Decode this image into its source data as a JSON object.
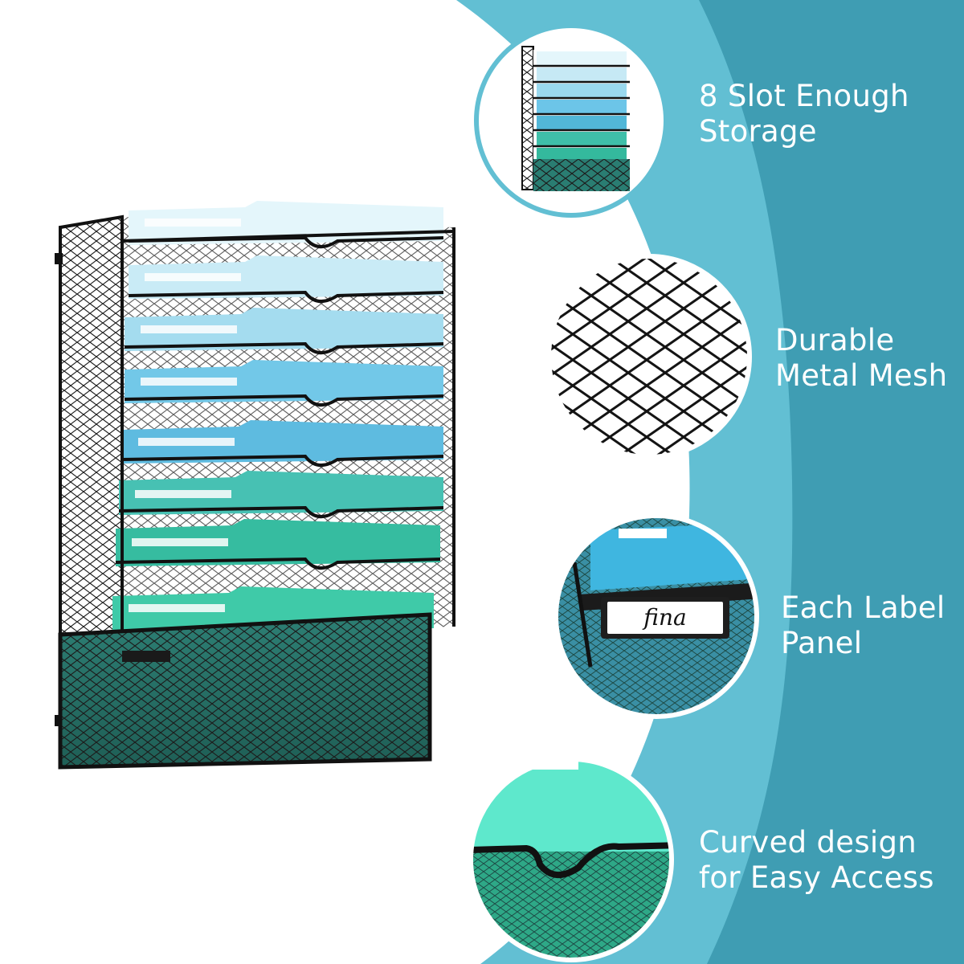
{
  "features": [
    {
      "id": "slots",
      "lines": [
        "8 Slot Enough",
        "Storage"
      ]
    },
    {
      "id": "mesh",
      "lines": [
        "Durable",
        "Metal Mesh"
      ]
    },
    {
      "id": "label",
      "lines": [
        "Each Label",
        "Panel"
      ],
      "label_card_text": "fina"
    },
    {
      "id": "curve",
      "lines": [
        "Curved design",
        "for Easy Access"
      ]
    }
  ],
  "colors": {
    "background_white": "#ffffff",
    "band_light": "#62bfd3",
    "band_dark": "#3e9bb1",
    "mesh_black": "#1a1a1a",
    "folder_top": "#e2f6fb",
    "folder_mid": "#5fbde3",
    "folder_bottom": "#2fb58f",
    "accent_teal": "#3fd0b0"
  },
  "product": {
    "slot_count": 8,
    "icon": "wall-file-organizer-illustration"
  }
}
